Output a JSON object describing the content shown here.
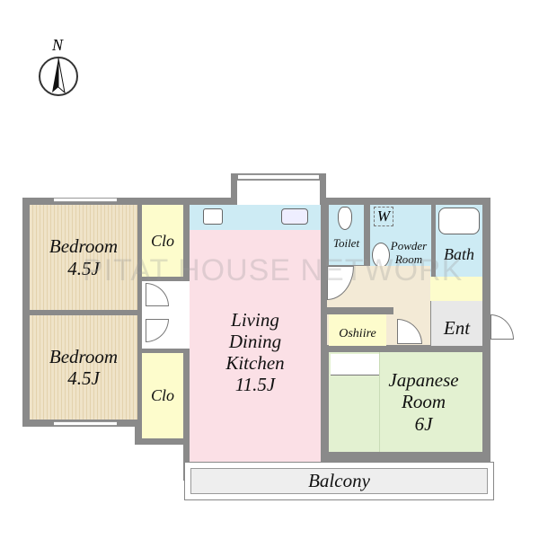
{
  "compass": {
    "label": "N"
  },
  "watermark": "PITAT HOUSE NETWORK",
  "rooms": {
    "bedroom1": {
      "name": "Bedroom",
      "size": "4.5J"
    },
    "bedroom2": {
      "name": "Bedroom",
      "size": "4.5J"
    },
    "closet1": {
      "name": "Clo"
    },
    "closet2": {
      "name": "Clo"
    },
    "ldk": {
      "line1": "Living",
      "line2": "Dining",
      "line3": "Kitchen",
      "size": "11.5J"
    },
    "toilet": {
      "name": "Toilet"
    },
    "powder": {
      "line1": "Powder",
      "line2": "Room",
      "washer": "W"
    },
    "bath": {
      "name": "Bath"
    },
    "entrance": {
      "name": "Ent"
    },
    "oshiire": {
      "name": "Oshiire"
    },
    "japanese": {
      "line1": "Japanese",
      "line2": "Room",
      "size": "6J"
    },
    "balcony": {
      "name": "Balcony"
    }
  },
  "colors": {
    "bedroom": "#efe3c8",
    "closet": "#fdfccc",
    "ldk": "#fbe0e6",
    "wet": "#cdebf4",
    "japanese": "#e3f1d1",
    "entrance": "#e8e8e8",
    "hall": "#f3ead6",
    "wall": "#8a8a8a"
  }
}
